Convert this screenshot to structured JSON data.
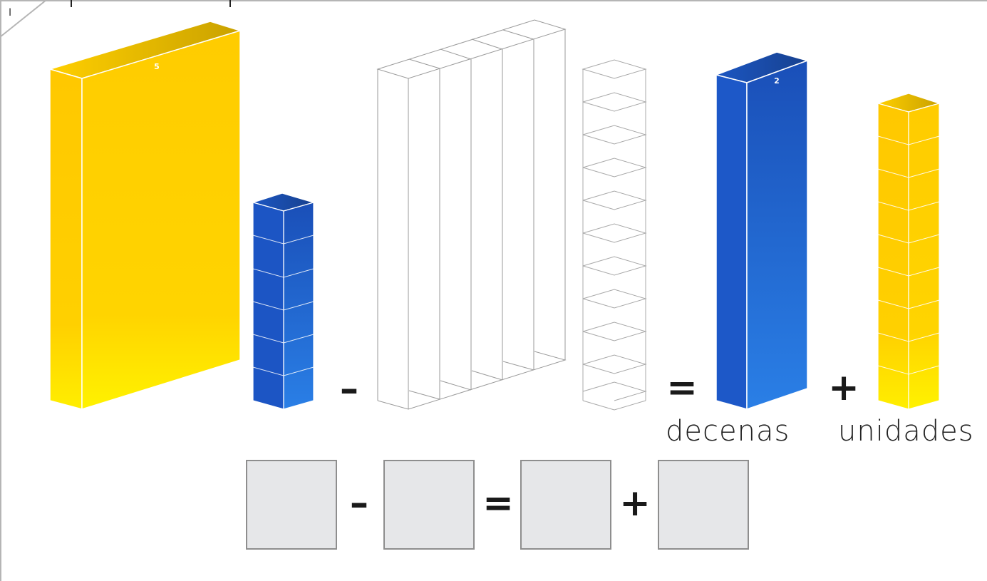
{
  "page_marker": "I",
  "blocks": {
    "hundreds_block_value": "5",
    "tens_block_value": "2"
  },
  "operators": {
    "minus": "–",
    "equals": "=",
    "plus": "+"
  },
  "labels": {
    "tens": "decenas",
    "units": "unidades"
  },
  "colors": {
    "yellow_block": "#ffd200",
    "blue_block": "#1f5fcf",
    "answer_box_fill": "#e6e7e9",
    "answer_box_border": "#8e8e8e"
  }
}
